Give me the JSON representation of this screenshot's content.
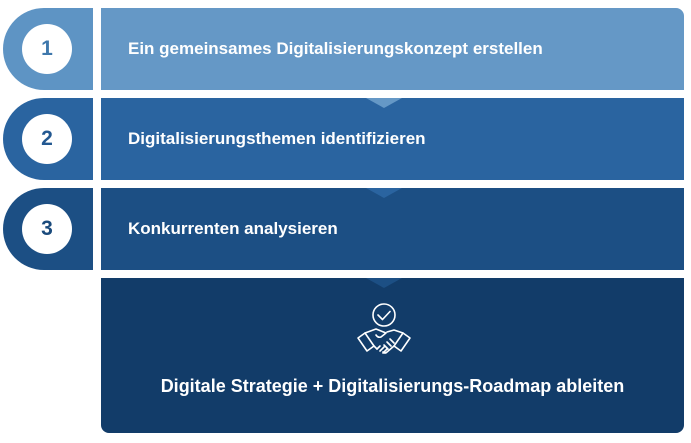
{
  "steps": [
    {
      "number": "1",
      "label": "Ein gemeinsames Digitalisierungskonzept erstellen"
    },
    {
      "number": "2",
      "label": "Digitalisierungsthemen identifizieren"
    },
    {
      "number": "3",
      "label": "Konkurrenten analysieren"
    }
  ],
  "result": {
    "icon": "handshake-check-icon",
    "label": "Digitale Strategie + Digitalisierungs-Roadmap ableiten"
  },
  "colors": {
    "step1": "#6598c6",
    "step2": "#2a64a0",
    "step3": "#1c4f84",
    "result": "#123c69"
  }
}
